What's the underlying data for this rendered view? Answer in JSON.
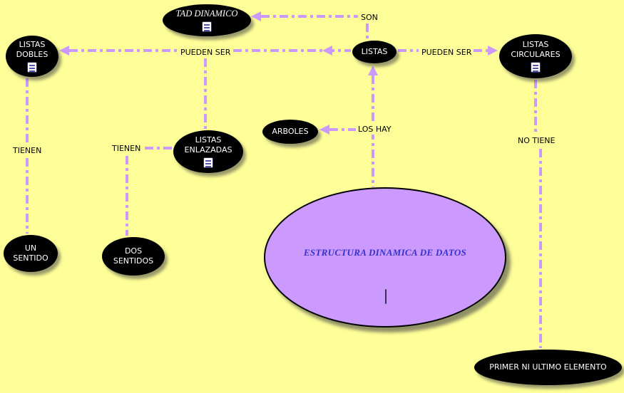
{
  "diagram": {
    "background_color": "#FFFF99",
    "connector_color": "#CC99FF",
    "node_fill_color": "#000000",
    "node_text_color": "#FFFFFF",
    "center_fill_color": "#CC99FF",
    "center_text_color": "#3333CC"
  },
  "nodes": {
    "tad_dinamico": {
      "label": "TAD DINAMICO"
    },
    "listas_dobles": {
      "label": "LISTAS\nDOBLES"
    },
    "listas": {
      "label": "LISTAS"
    },
    "listas_circulares": {
      "label": "LISTAS\nCIRCULARES"
    },
    "listas_enlazadas": {
      "label": "LISTAS\nENLAZADAS"
    },
    "arboles": {
      "label": "ARBOLES"
    },
    "un_sentido": {
      "label": "UN\nSENTIDO"
    },
    "dos_sentidos": {
      "label": "DOS\nSENTIDOS"
    },
    "primer_ni_ultimo": {
      "label": "PRIMER NI ULTIMO ELEMENTO"
    },
    "estructura": {
      "label": "ESTRUCTURA DINAMICA DE DATOS"
    }
  },
  "link_labels": {
    "son": "SON",
    "pueden_ser_left": "PUEDEN SER",
    "pueden_ser_right": "PUEDEN SER",
    "tienen_left": "TIENEN",
    "tienen_mid": "TIENEN",
    "los_hay": "LOS HAY",
    "no_tiene": "NO TIENE"
  },
  "edges": [
    "LISTAS -SON-> TAD DINAMICO",
    "LISTAS -PUEDEN SER-> LISTAS DOBLES",
    "LISTAS -PUEDEN SER-> LISTAS ENLAZADAS",
    "LISTAS -PUEDEN SER-> LISTAS CIRCULARES",
    "LISTAS DOBLES -TIENEN-> UN SENTIDO",
    "LISTAS ENLAZADAS -TIENEN-> DOS SENTIDOS",
    "ESTRUCTURA DINAMICA DE DATOS -LOS HAY-> LISTAS",
    "ESTRUCTURA DINAMICA DE DATOS -LOS HAY-> ARBOLES",
    "LISTAS CIRCULARES -NO TIENE-> PRIMER NI ULTIMO ELEMENTO"
  ]
}
